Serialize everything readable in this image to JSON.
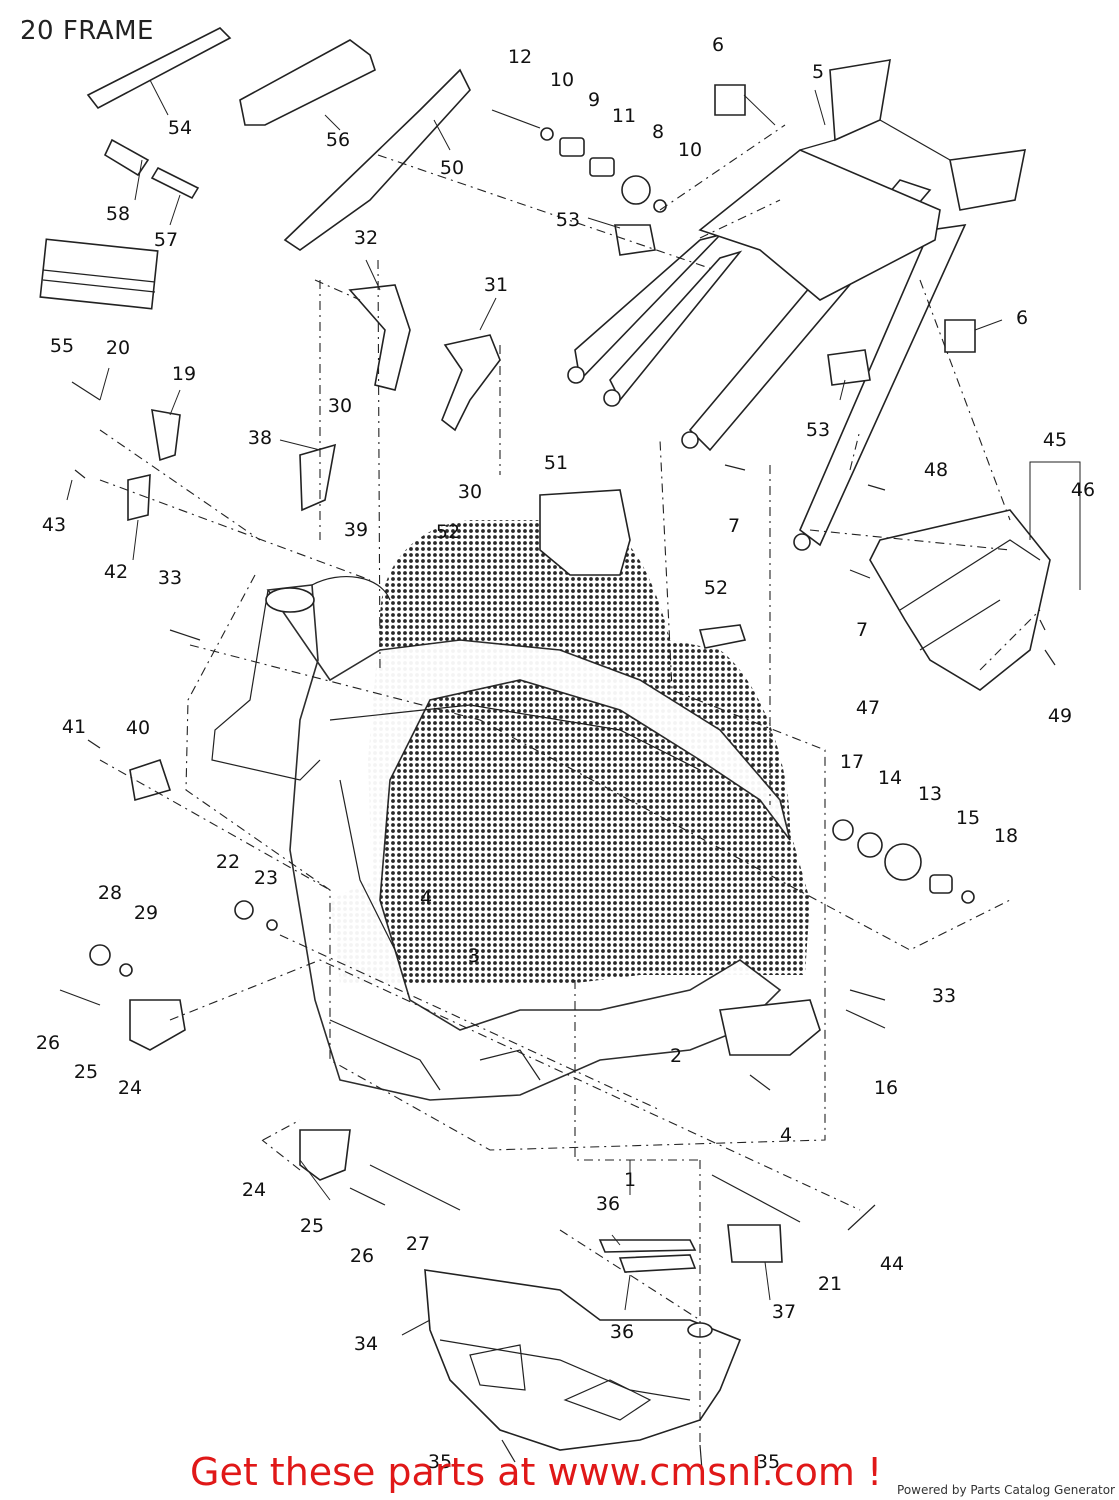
{
  "title": "20 FRAME",
  "callouts": [
    {
      "id": "54",
      "label": "54"
    },
    {
      "id": "56",
      "label": "56"
    },
    {
      "id": "50",
      "label": "50"
    },
    {
      "id": "58",
      "label": "58"
    },
    {
      "id": "57",
      "label": "57"
    },
    {
      "id": "55",
      "label": "55"
    },
    {
      "id": "12",
      "label": "12"
    },
    {
      "id": "10a",
      "label": "10"
    },
    {
      "id": "9",
      "label": "9"
    },
    {
      "id": "11",
      "label": "11"
    },
    {
      "id": "8",
      "label": "8"
    },
    {
      "id": "10b",
      "label": "10"
    },
    {
      "id": "6a",
      "label": "6"
    },
    {
      "id": "5",
      "label": "5"
    },
    {
      "id": "53a",
      "label": "53"
    },
    {
      "id": "6b",
      "label": "6"
    },
    {
      "id": "53b",
      "label": "53"
    },
    {
      "id": "32",
      "label": "32"
    },
    {
      "id": "31",
      "label": "31"
    },
    {
      "id": "20",
      "label": "20"
    },
    {
      "id": "19",
      "label": "19"
    },
    {
      "id": "30a",
      "label": "30"
    },
    {
      "id": "30b",
      "label": "30"
    },
    {
      "id": "38",
      "label": "38"
    },
    {
      "id": "39",
      "label": "39"
    },
    {
      "id": "43",
      "label": "43"
    },
    {
      "id": "42",
      "label": "42"
    },
    {
      "id": "51",
      "label": "51"
    },
    {
      "id": "52a",
      "label": "52"
    },
    {
      "id": "52b",
      "label": "52"
    },
    {
      "id": "7a",
      "label": "7"
    },
    {
      "id": "7b",
      "label": "7"
    },
    {
      "id": "48",
      "label": "48"
    },
    {
      "id": "45",
      "label": "45"
    },
    {
      "id": "46",
      "label": "46"
    },
    {
      "id": "47",
      "label": "47"
    },
    {
      "id": "49",
      "label": "49"
    },
    {
      "id": "33a",
      "label": "33"
    },
    {
      "id": "41",
      "label": "41"
    },
    {
      "id": "40",
      "label": "40"
    },
    {
      "id": "17",
      "label": "17"
    },
    {
      "id": "14",
      "label": "14"
    },
    {
      "id": "13",
      "label": "13"
    },
    {
      "id": "15",
      "label": "15"
    },
    {
      "id": "18",
      "label": "18"
    },
    {
      "id": "22",
      "label": "22"
    },
    {
      "id": "23",
      "label": "23"
    },
    {
      "id": "4a",
      "label": "4"
    },
    {
      "id": "3",
      "label": "3"
    },
    {
      "id": "28",
      "label": "28"
    },
    {
      "id": "29",
      "label": "29"
    },
    {
      "id": "26a",
      "label": "26"
    },
    {
      "id": "25a",
      "label": "25"
    },
    {
      "id": "24a",
      "label": "24"
    },
    {
      "id": "33b",
      "label": "33"
    },
    {
      "id": "16",
      "label": "16"
    },
    {
      "id": "2",
      "label": "2"
    },
    {
      "id": "4b",
      "label": "4"
    },
    {
      "id": "1",
      "label": "1"
    },
    {
      "id": "24b",
      "label": "24"
    },
    {
      "id": "25b",
      "label": "25"
    },
    {
      "id": "26b",
      "label": "26"
    },
    {
      "id": "27",
      "label": "27"
    },
    {
      "id": "36a",
      "label": "36"
    },
    {
      "id": "36b",
      "label": "36"
    },
    {
      "id": "37",
      "label": "37"
    },
    {
      "id": "21",
      "label": "21"
    },
    {
      "id": "44",
      "label": "44"
    },
    {
      "id": "34",
      "label": "34"
    },
    {
      "id": "35a",
      "label": "35"
    },
    {
      "id": "35b",
      "label": "35"
    }
  ],
  "footer": {
    "promo": "Get these parts at www.cmsnl.com !",
    "powered_by": "Powered by Parts Catalog Generator"
  },
  "colors": {
    "promo": "#e01818",
    "line": "#222222",
    "background": "#ffffff"
  }
}
